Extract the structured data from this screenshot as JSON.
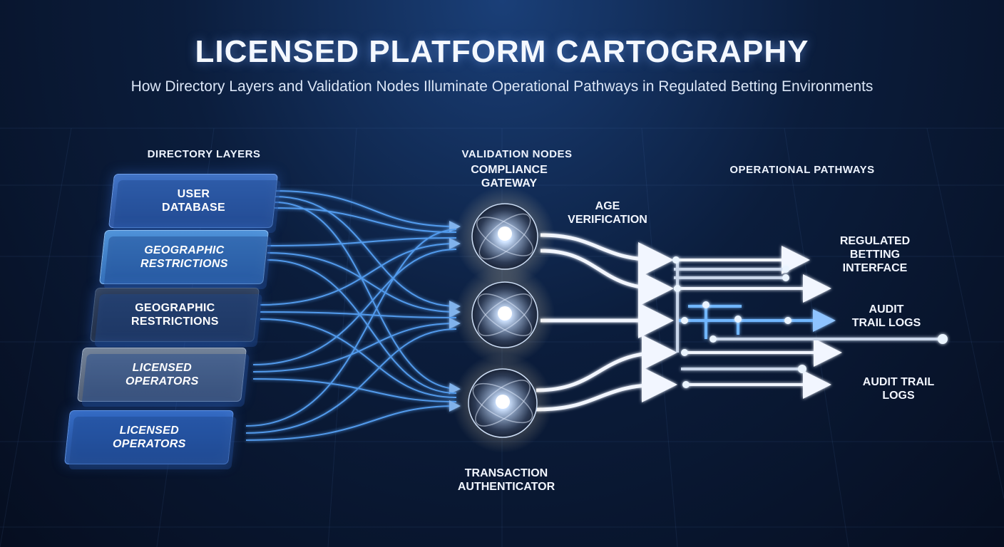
{
  "header": {
    "title": "LICENSED PLATFORM CARTOGRAPHY",
    "subtitle": "How Directory Layers and Validation Nodes Illuminate Operational Pathways in Regulated Betting Environments"
  },
  "sections": {
    "directory": "DIRECTORY LAYERS",
    "validation": "VALIDATION NODES",
    "pathways": "OPERATIONAL PATHWAYS"
  },
  "directory_layers": [
    {
      "line1": "USER",
      "line2": "DATABASE"
    },
    {
      "line1": "GEOGRAPHIC",
      "line2": "RESTRICTIONS"
    },
    {
      "line1": "GEOGRAPHIC",
      "line2": "RESTRICTIONS"
    },
    {
      "line1": "LICENSED",
      "line2": "OPERATORS"
    },
    {
      "line1": "LICENSED",
      "line2": "OPERATORS"
    }
  ],
  "validation_nodes": {
    "compliance": {
      "line1": "COMPLIANCE",
      "line2": "GATEWAY"
    },
    "age": {
      "line1": "AGE",
      "line2": "VERIFICATION"
    },
    "transaction": {
      "line1": "TRANSACTION",
      "line2": "AUTHENTICATOR"
    }
  },
  "pathway_outputs": [
    {
      "line1": "REGULATED",
      "line2": "BETTING",
      "line3": "INTERFACE"
    },
    {
      "line1": "AUDIT",
      "line2": "TRAIL LOGS"
    },
    {
      "line1": "AUDIT TRAIL",
      "line2": "LOGS"
    }
  ],
  "colors": {
    "accent_blue": "#4da3ff",
    "glow_white": "#e8f2ff",
    "background": "#0b1d3c"
  }
}
